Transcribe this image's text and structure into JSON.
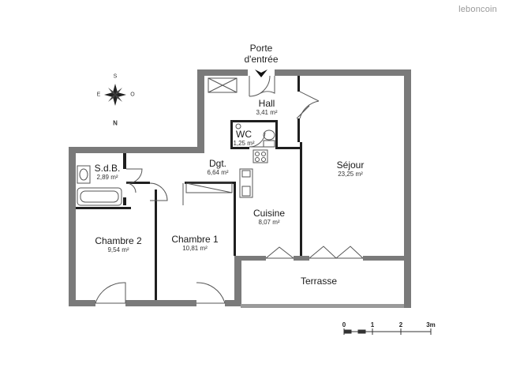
{
  "watermark": "leboncoin",
  "entrance": {
    "line1": "Porte",
    "line2": "d'entrée"
  },
  "rooms": [
    {
      "key": "hall",
      "name": "Hall",
      "area": "3,41 m²"
    },
    {
      "key": "wc",
      "name": "WC",
      "area": "1,25 m²"
    },
    {
      "key": "dgt",
      "name": "Dgt.",
      "area": "6,64 m²"
    },
    {
      "key": "sdb",
      "name": "S.d.B.",
      "area": "2,89 m²"
    },
    {
      "key": "sejour",
      "name": "Séjour",
      "area": "23,25 m²"
    },
    {
      "key": "cuisine",
      "name": "Cuisine",
      "area": "8,07 m²"
    },
    {
      "key": "chambre2",
      "name": "Chambre 2",
      "area": "9,54 m²"
    },
    {
      "key": "chambre1",
      "name": "Chambre 1",
      "area": "10,81 m²"
    },
    {
      "key": "terrasse",
      "name": "Terrasse",
      "area": ""
    }
  ],
  "compass": {
    "north": "N",
    "south": "S",
    "east": "E",
    "west": "O"
  },
  "scale": {
    "labels": [
      "0",
      "1",
      "2",
      "3m"
    ]
  },
  "colors": {
    "wall": "#7a7a7a",
    "fixture": "#555555",
    "background": "#ffffff"
  }
}
